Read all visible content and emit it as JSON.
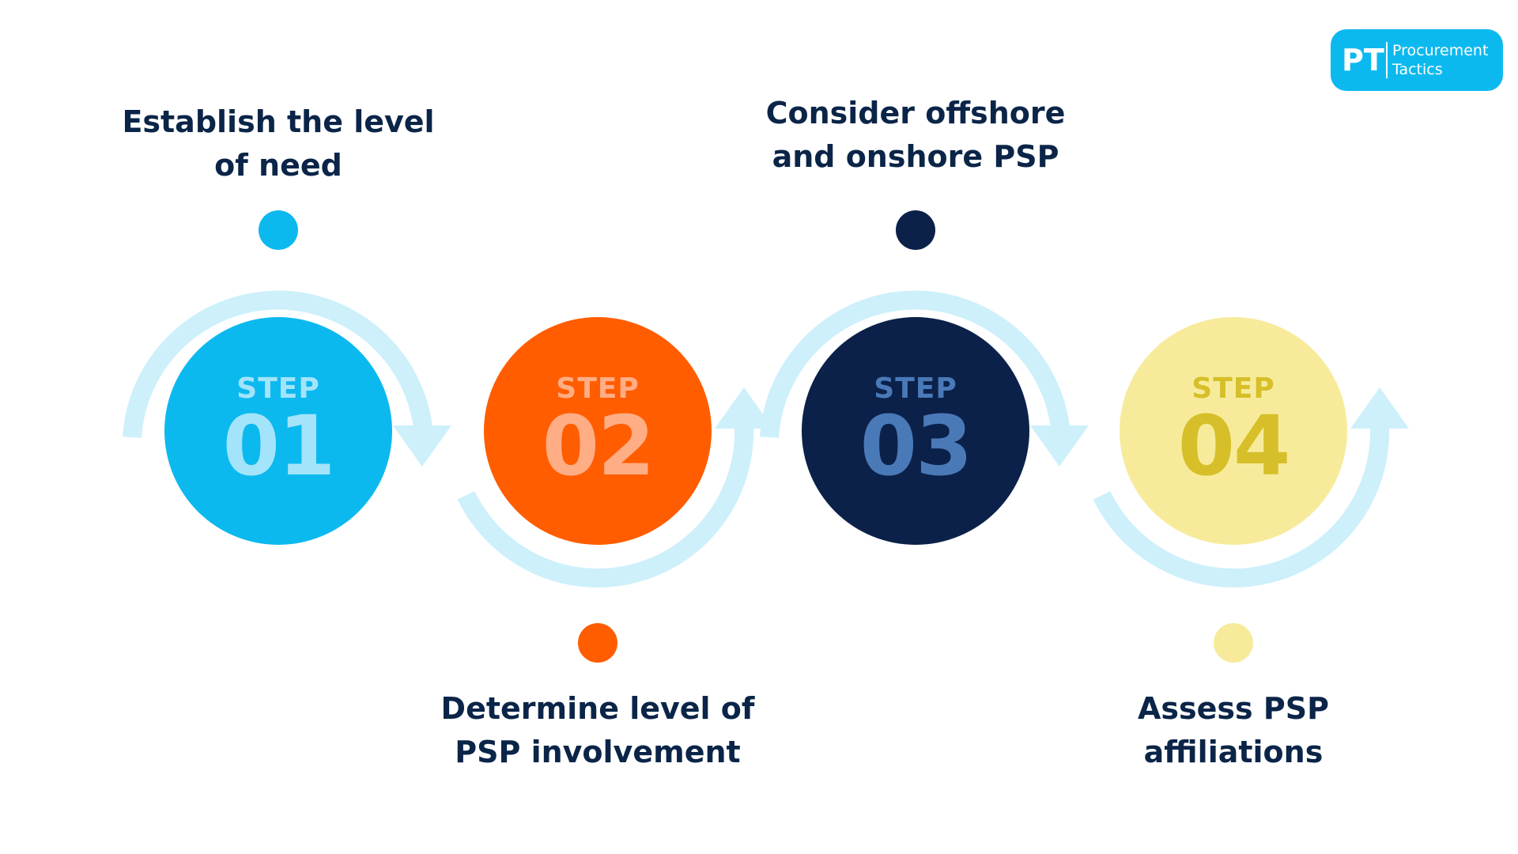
{
  "logo": {
    "mark": "PT",
    "line1": "Procurement",
    "line2": "Tactics"
  },
  "colors": {
    "arc": "#cdf0fb",
    "label_text": "#0b2548"
  },
  "steps": [
    {
      "word": "STEP",
      "number": "01",
      "label_line1": "Establish the level",
      "label_line2": "of need",
      "circle_color": "#0cb9ef",
      "text_color": "#a3e4fa",
      "dot_color": "#0cb9ef"
    },
    {
      "word": "STEP",
      "number": "02",
      "label_line1": "Determine level of",
      "label_line2": "PSP involvement",
      "circle_color": "#ff5d00",
      "text_color": "#ffad85",
      "dot_color": "#ff5d00"
    },
    {
      "word": "STEP",
      "number": "03",
      "label_line1": "Consider offshore",
      "label_line2": "and onshore PSP",
      "circle_color": "#0b2149",
      "text_color": "#4a79b8",
      "dot_color": "#0b2149"
    },
    {
      "word": "STEP",
      "number": "04",
      "label_line1": "Assess PSP",
      "label_line2": "affiliations",
      "circle_color": "#f7eb9b",
      "text_color": "#d6bf28",
      "dot_color": "#f7eb9b"
    }
  ]
}
